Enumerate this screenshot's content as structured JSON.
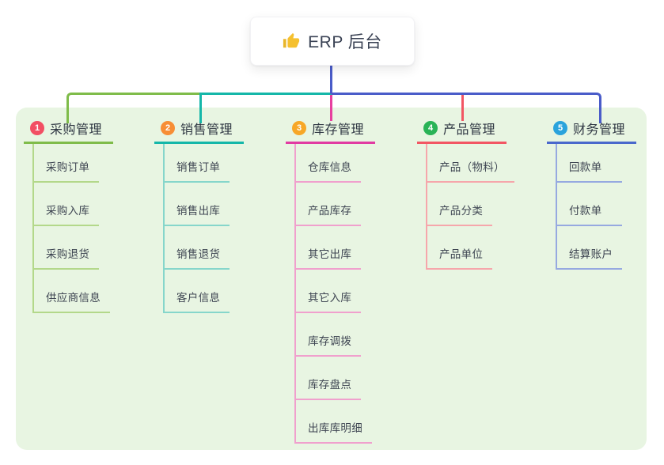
{
  "root": {
    "icon": "thumbs-up-icon",
    "title": "ERP 后台"
  },
  "colors": {
    "panel_bg": "#e8f5e2",
    "bus_green": "#7fbc4a",
    "bus_teal": "#15b7a9",
    "bus_blue": "#4a5cc9",
    "drop_pink": "#e73f9f",
    "drop_red": "#f25663"
  },
  "branches": [
    {
      "num": "1",
      "title": "采购管理",
      "color": "#7fbc4a",
      "light": "#b3d88a",
      "badge": "#f24f63",
      "children": [
        "采购订单",
        "采购入库",
        "采购退货",
        "供应商信息"
      ]
    },
    {
      "num": "2",
      "title": "销售管理",
      "color": "#15b7a9",
      "light": "#86d6cb",
      "badge": "#f78e35",
      "children": [
        "销售订单",
        "销售出库",
        "销售退货",
        "客户信息"
      ]
    },
    {
      "num": "3",
      "title": "库存管理",
      "color": "#e13ba2",
      "light": "#f0a0cd",
      "badge": "#f7a727",
      "children": [
        "仓库信息",
        "产品库存",
        "其它出库",
        "其它入库",
        "库存调拨",
        "库存盘点",
        "出库库明细"
      ]
    },
    {
      "num": "4",
      "title": "产品管理",
      "color": "#f25663",
      "light": "#f6a6ab",
      "badge": "#29b356",
      "children": [
        "产品（物料）",
        "产品分类",
        "产品单位"
      ]
    },
    {
      "num": "5",
      "title": "财务管理",
      "color": "#4a68cc",
      "light": "#96a9e0",
      "badge": "#2aa3dc",
      "children": [
        "回款单",
        "付款单",
        "结算账户"
      ]
    }
  ]
}
